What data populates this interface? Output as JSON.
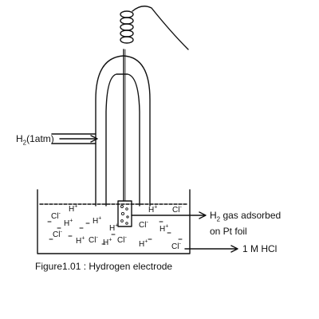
{
  "labels": {
    "h2_inlet_prefix": "H",
    "h2_inlet_sub": "2",
    "h2_inlet_suffix": "(1atm)",
    "adsorbed_line1_prefix": "H",
    "adsorbed_line1_sub": "2",
    "adsorbed_line1_suffix": " gas adsorbed",
    "adsorbed_line2": "on Pt foil",
    "electrolyte": "1 M HCl",
    "caption": "Figure1.01 : Hydrogen electrode"
  },
  "ions": {
    "h_plus": "H",
    "h_plus_sup": "+",
    "cl_minus": "Cl",
    "cl_minus_sup": "-"
  }
}
